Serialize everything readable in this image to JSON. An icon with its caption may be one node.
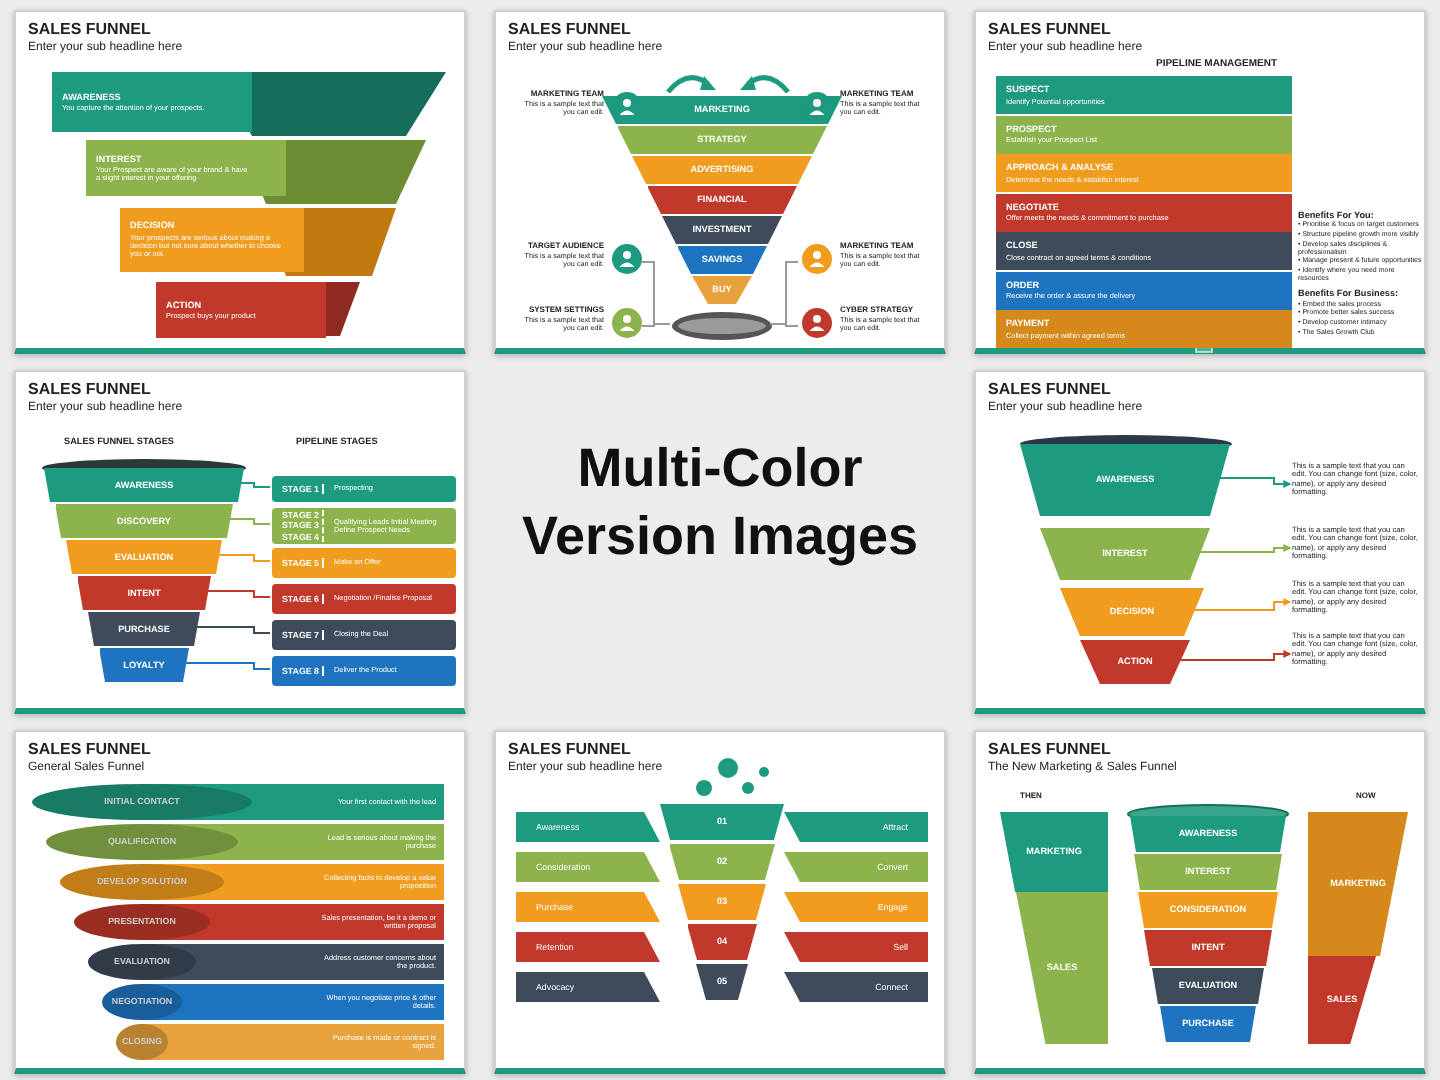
{
  "diagram": {
    "nodes": [
      {
        "text": [
          "SALES FUNNEL",
          "Enter your sub headline here"
        ]
      },
      {
        "text": [
          "AWARENESS",
          "You capture the attention of your prospects."
        ],
        "in": 0
      },
      {
        "text": [
          "INTEREST",
          "Your Prospect are aware of your brand & have a slight interest in your offering"
        ],
        "in": 0
      },
      {
        "text": [
          "DECISION",
          "Your prospects are serious about making a decision but not sure about whether to choose you or not."
        ],
        "in": 0
      },
      {
        "text": [
          "ACTION",
          "Prospect buys your product"
        ],
        "in": 0
      },
      {
        "text": [
          "SALES FUNNEL",
          "Enter your sub headline here"
        ]
      },
      {
        "text": [
          "MARKETING"
        ],
        "in": 5
      },
      {
        "text": [
          "STRATEGY"
        ],
        "in": 5
      },
      {
        "text": [
          "ADVERTISING"
        ],
        "in": 5
      },
      {
        "text": [
          "FINANCIAL"
        ],
        "in": 5
      },
      {
        "text": [
          "INVESTMENT"
        ],
        "in": 5
      },
      {
        "text": [
          "SAVINGS"
        ],
        "in": 5
      },
      {
        "text": [
          "BUY"
        ],
        "in": 5
      },
      {
        "text": [
          "MARKETING TEAM",
          "This is a sample text that you can edit."
        ],
        "in": 5
      },
      {
        "text": [
          "MARKETING TEAM",
          "This is a sample text that you can edit."
        ],
        "in": 5
      },
      {
        "text": [
          "TARGET AUDIENCE",
          "This is a sample text that you can edit."
        ],
        "in": 5
      },
      {
        "text": [
          "MARKETING TEAM",
          "This is a sample text that you can edit."
        ],
        "in": 5
      },
      {
        "text": [
          "SYSTEM SETTINGS",
          "This is a sample text that you can edit."
        ],
        "in": 5
      },
      {
        "text": [
          "CYBER STRATEGY",
          "This is a sample text that you can edit."
        ],
        "in": 5
      },
      {
        "text": [],
        "shape": "cylinder",
        "in": 5
      },
      {
        "text": [
          "SALES FUNNEL",
          "Enter your sub headline here",
          "PIPELINE MANAGEMENT",
          "Benefits For You:",
          "• Prioritise & focus on target customers",
          "• Structure pipeline growth more visibly",
          "• Develop sales disciplines & professionalism",
          "• Manage present & future opportunities",
          "• Identify where you need more resources",
          "Benefits For Business:",
          "• Embed the sales process",
          "• Promote better sales success",
          "• Develop customer intimacy",
          "• The Sales Growth Club"
        ]
      },
      {
        "text": [
          "SUSPECT",
          "Identify Potential opportunities"
        ],
        "in": 20
      },
      {
        "text": [
          "PROSPECT",
          "Establish your Prospect List"
        ],
        "in": 20
      },
      {
        "text": [
          "APPROACH & ANALYSE",
          "Determine the needs & establish interest"
        ],
        "in": 20
      },
      {
        "text": [
          "NEGOTIATE",
          "Offer meets the needs & commitment to purchase"
        ],
        "in": 20
      },
      {
        "text": [
          "CLOSE",
          "Close contract on agreed terms & conditions"
        ],
        "in": 20
      },
      {
        "text": [
          "ORDER",
          "Receive the order & assure the delivery"
        ],
        "in": 20
      },
      {
        "text": [
          "PAYMENT",
          "Collect payment within agreed terms"
        ],
        "in": 20
      },
      {
        "text": [
          "SALES FUNNEL",
          "Enter your sub headline here",
          "SALES FUNNEL STAGES",
          "PIPELINE STAGES"
        ]
      },
      {
        "text": [
          "AWARENESS"
        ],
        "in": 28
      },
      {
        "text": [
          "DISCOVERY"
        ],
        "in": 28
      },
      {
        "text": [
          "EVALUATION"
        ],
        "in": 28
      },
      {
        "text": [
          "INTENT"
        ],
        "in": 28
      },
      {
        "text": [
          "PURCHASE"
        ],
        "in": 28
      },
      {
        "text": [
          "LOYALTY"
        ],
        "in": 28
      },
      {
        "text": [
          "STAGE 1",
          "Prospecting"
        ],
        "in": 28
      },
      {
        "text": [
          "STAGE 2 STAGE 3 STAGE 4",
          "Qualifying Leads Initial Meeting Define Prospect Needs"
        ],
        "in": 28
      },
      {
        "text": [
          "STAGE 5",
          "Make an Offer"
        ],
        "in": 28
      },
      {
        "text": [
          "STAGE 6",
          "Negotiation /Finalise Proposal"
        ],
        "in": 28
      },
      {
        "text": [
          "STAGE 7",
          "Closing the Deal"
        ],
        "in": 28
      },
      {
        "text": [
          "STAGE 8",
          "Deliver the Product"
        ],
        "in": 28
      },
      {
        "text": [
          "SALES FUNNEL",
          "Enter your sub headline here"
        ]
      },
      {
        "text": [
          "AWARENESS"
        ],
        "in": 41
      },
      {
        "text": [
          "INTEREST"
        ],
        "in": 41
      },
      {
        "text": [
          "DECISION"
        ],
        "in": 41
      },
      {
        "text": [
          "ACTION"
        ],
        "in": 41
      },
      {
        "text": [
          "This is a sample text that you can edit. You can change font (size, color, name), or apply any desired formatting."
        ],
        "in": 41
      },
      {
        "text": [
          "This is a sample text that you can edit. You can change font (size, color, name), or apply any desired formatting."
        ],
        "in": 41
      },
      {
        "text": [
          "This is a sample text that you can edit. You can change font (size, color, name), or apply any desired formatting."
        ],
        "in": 41
      },
      {
        "text": [
          "This is a sample text that you can edit. You can change font (size, color, name), or apply any desired formatting."
        ],
        "in": 41
      },
      {
        "text": [
          "SALES FUNNEL",
          "General Sales Funnel"
        ]
      },
      {
        "text": [
          "INITIAL CONTACT",
          "Your first contact with the lead"
        ],
        "in": 50
      },
      {
        "text": [
          "QUALIFICATION",
          "Lead is serious about making the purchase"
        ],
        "in": 50
      },
      {
        "text": [
          "DEVELOP SOLUTION",
          "Collecting facts to develop a value proposition"
        ],
        "in": 50
      },
      {
        "text": [
          "PRESENTATION",
          "Sales presentation, be it a demo or written proposal"
        ],
        "in": 50
      },
      {
        "text": [
          "EVALUATION",
          "Address customer concerns about the product."
        ],
        "in": 50
      },
      {
        "text": [
          "NEGOTIATION",
          "When you negotiate price & other details."
        ],
        "in": 50
      },
      {
        "text": [
          "CLOSING",
          "Purchase is made or contract is signed."
        ],
        "in": 50
      },
      {
        "text": [
          "SALES FUNNEL",
          "Enter your sub headline here"
        ]
      },
      {
        "text": [
          "Awareness"
        ],
        "in": 58
      },
      {
        "text": [
          "Consideration"
        ],
        "in": 58
      },
      {
        "text": [
          "Purchase"
        ],
        "in": 58
      },
      {
        "text": [
          "Retention"
        ],
        "in": 58
      },
      {
        "text": [
          "Advocacy"
        ],
        "in": 58
      },
      {
        "text": [
          "01"
        ],
        "in": 58
      },
      {
        "text": [
          "02"
        ],
        "in": 58
      },
      {
        "text": [
          "03"
        ],
        "in": 58
      },
      {
        "text": [
          "04"
        ],
        "in": 58
      },
      {
        "text": [
          "05"
        ],
        "in": 58
      },
      {
        "text": [
          "Attract"
        ],
        "in": 58
      },
      {
        "text": [
          "Convert"
        ],
        "in": 58
      },
      {
        "text": [
          "Engage"
        ],
        "in": 58
      },
      {
        "text": [
          "Sell"
        ],
        "in": 58
      },
      {
        "text": [
          "Connect"
        ],
        "in": 58
      },
      {
        "text": [
          "SALES FUNNEL",
          "The New Marketing & Sales Funnel",
          "THEN",
          "NOW"
        ]
      },
      {
        "text": [
          "MARKETING"
        ],
        "in": 74
      },
      {
        "text": [
          "SALES"
        ],
        "in": 74
      },
      {
        "text": [
          "AWARENESS"
        ],
        "in": 74
      },
      {
        "text": [
          "INTEREST"
        ],
        "in": 74
      },
      {
        "text": [
          "CONSIDERATION"
        ],
        "in": 74
      },
      {
        "text": [
          "INTENT"
        ],
        "in": 74
      },
      {
        "text": [
          "EVALUATION"
        ],
        "in": 74
      },
      {
        "text": [
          "PURCHASE"
        ],
        "in": 74
      },
      {
        "text": [
          "MARKETING"
        ],
        "in": 74
      },
      {
        "text": [
          "SALES"
        ],
        "in": 74
      }
    ],
    "edges": [
      {
        "from": 15,
        "to": 19,
        "arrow": "none"
      },
      {
        "from": 16,
        "to": 19,
        "arrow": "none"
      },
      {
        "from": 17,
        "to": 19,
        "arrow": "none"
      },
      {
        "from": 18,
        "to": 19,
        "arrow": "none"
      },
      {
        "from": 29,
        "to": 35,
        "arrow": "none",
        "color": "#1e9a80"
      },
      {
        "from": 30,
        "to": 36,
        "arrow": "none",
        "color": "#8db44c"
      },
      {
        "from": 31,
        "to": 37,
        "arrow": "none",
        "color": "#f09c1e"
      },
      {
        "from": 32,
        "to": 38,
        "arrow": "none",
        "color": "#c0392b"
      },
      {
        "from": 33,
        "to": 39,
        "arrow": "none",
        "color": "#3e4b5b"
      },
      {
        "from": 34,
        "to": 40,
        "arrow": "none",
        "color": "#1f74c0"
      },
      {
        "from": 42,
        "to": 46,
        "arrow": "to",
        "color": "#1e9a80"
      },
      {
        "from": 43,
        "to": 47,
        "arrow": "to",
        "color": "#8db44c"
      },
      {
        "from": 44,
        "to": 48,
        "arrow": "to",
        "color": "#f09c1e"
      },
      {
        "from": 45,
        "to": 49,
        "arrow": "to",
        "color": "#c0392b"
      }
    ],
    "labels": [
      "Multi-Color Version Images"
    ]
  }
}
